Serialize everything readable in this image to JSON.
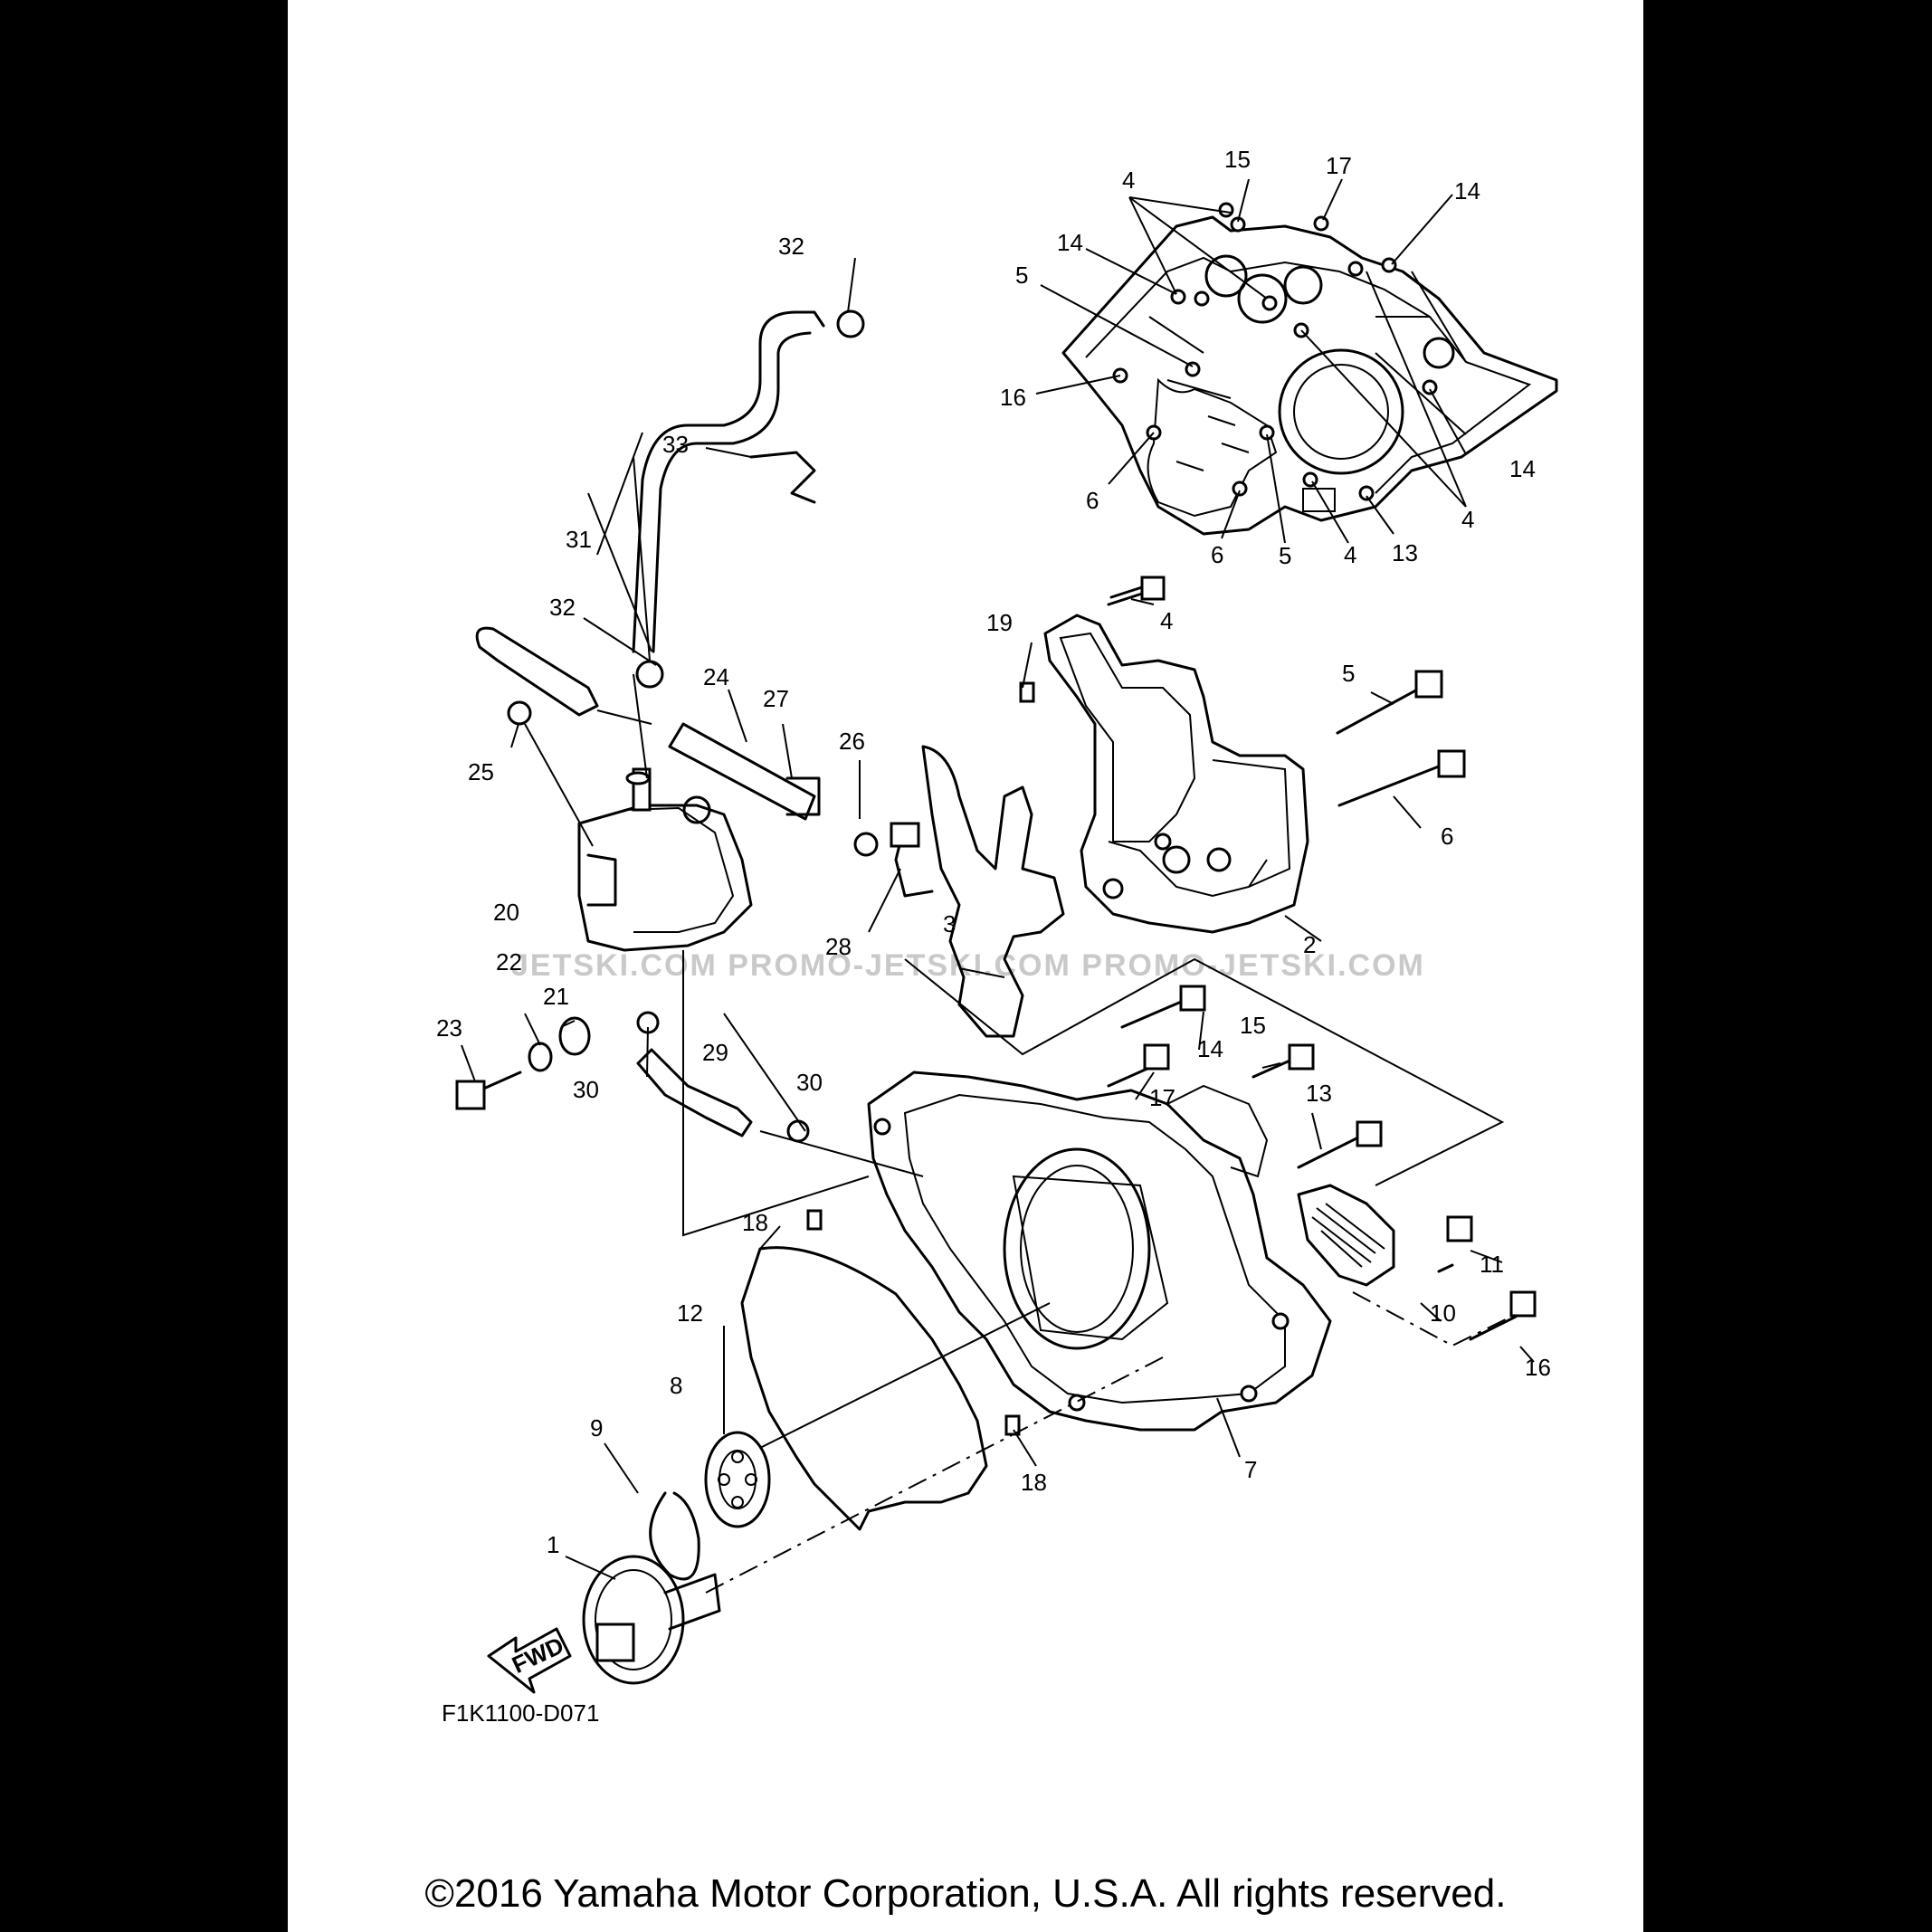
{
  "diagram": {
    "code": "F1K1100-D071",
    "copyright": "©2016 Yamaha Motor Corporation, U.S.A. All rights reserved.",
    "watermark": "JETSKI.COM   PROMO-JETSKI.COM   PROMO-JETSKI.COM",
    "fwd_label": "FWD",
    "callouts": [
      "1",
      "2",
      "3",
      "4",
      "5",
      "6",
      "7",
      "8",
      "9",
      "10",
      "11",
      "12",
      "13",
      "14",
      "15",
      "16",
      "17",
      "18",
      "19",
      "20",
      "21",
      "22",
      "23",
      "24",
      "25",
      "26",
      "27",
      "28",
      "29",
      "30",
      "31",
      "32",
      "33"
    ]
  }
}
